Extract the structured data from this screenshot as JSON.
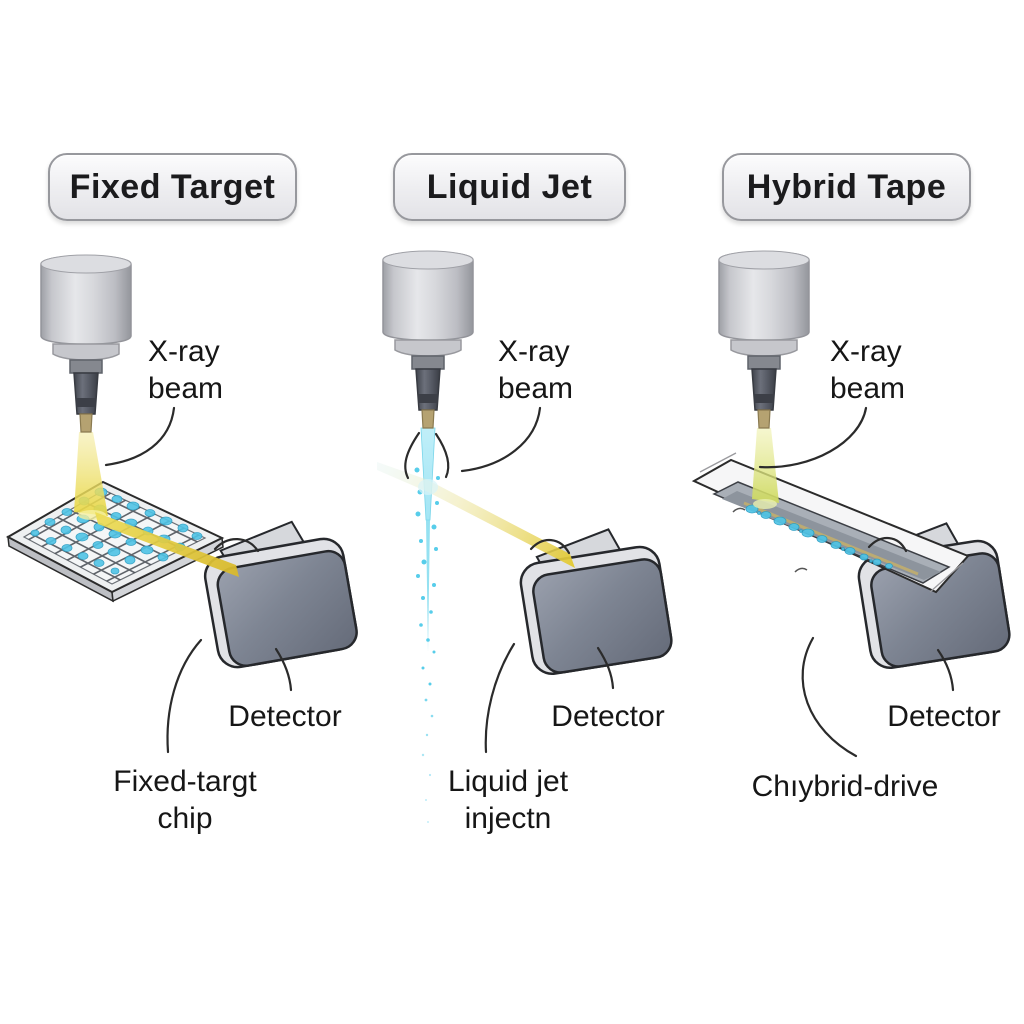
{
  "figure": {
    "description_visible_text_only": true,
    "panels": [
      {
        "title": "Fixed Target",
        "beam_label_line1": "X-ray",
        "beam_label_line2": "beam",
        "detector_label": "Detector",
        "sample_label_line1": "Fixed-targt",
        "sample_label_line2": "chip"
      },
      {
        "title": "Liquid Jet",
        "beam_label_line1": "X-ray",
        "beam_label_line2": "beam",
        "detector_label": "Detector",
        "sample_label_line1": "Liquid jet",
        "sample_label_line2": "injectn"
      },
      {
        "title": "Hybrid Tape",
        "beam_label_line1": "X-ray",
        "beam_label_line2": "beam",
        "detector_label": "Detector",
        "sample_label_line1": "Chıybrid-drive",
        "sample_label_line2": ""
      }
    ]
  },
  "colors": {
    "background": "#ffffff",
    "outline": "#2b2b2b",
    "text": "#161616",
    "pill-border": "#97989d",
    "source-gray": "#cfd0d4",
    "nozzle-gray": "#565a63",
    "nozzle-tip": "#b5a271",
    "beam-yellow": "#e8d74a",
    "beam-green": "#d6df63",
    "jet-cyan": "#5fd0ea",
    "droplet-cyan": "#4fc4e6",
    "chip-gray": "#eef0f1",
    "tape-gray": "#a9afb7",
    "detector-front": "#7a8190",
    "detector-top": "#e1e2e6"
  }
}
